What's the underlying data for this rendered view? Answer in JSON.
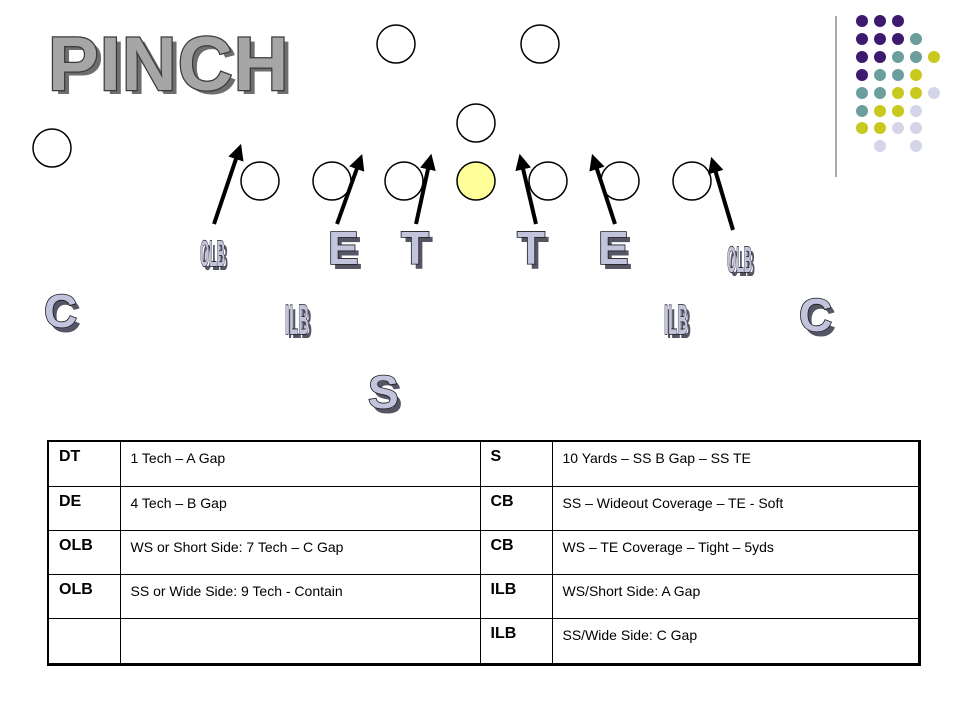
{
  "title": "PINCH",
  "colors": {
    "title_fill": "#a6a6a6",
    "center_fill": "#ffff99",
    "letter_fill": "#c2c3dc",
    "purple": "#3d1a6e",
    "teal": "#6d9e9e",
    "yellow": "#c8c81e",
    "lavender": "#d4d4ea"
  },
  "defense_labels": {
    "olb_left": "OLB",
    "e_left": "E",
    "t_left": "T",
    "t_right": "T",
    "e_right": "E",
    "olb_right": "OLB",
    "c_left": "C",
    "ilb_left": "ILB",
    "ilb_right": "ILB",
    "c_right": "C",
    "s": "S"
  },
  "assignments": [
    {
      "left_pos": "DT",
      "left_desc": "1 Tech – A Gap",
      "right_pos": "S",
      "right_desc": "10 Yards – SS B Gap – SS TE"
    },
    {
      "left_pos": "DE",
      "left_desc": "4 Tech – B Gap",
      "right_pos": "CB",
      "right_desc": "SS – Wideout Coverage – TE - Soft"
    },
    {
      "left_pos": "OLB",
      "left_desc": "WS or Short Side:  7 Tech – C Gap",
      "right_pos": "CB",
      "right_desc": "WS – TE Coverage – Tight – 5yds"
    },
    {
      "left_pos": "OLB",
      "left_desc": "SS or Wide Side:  9 Tech - Contain",
      "right_pos": "ILB",
      "right_desc": "WS/Short Side:  A Gap"
    },
    {
      "left_pos": "",
      "left_desc": "",
      "right_pos": "ILB",
      "right_desc": "SS/Wide Side:  C Gap"
    }
  ]
}
